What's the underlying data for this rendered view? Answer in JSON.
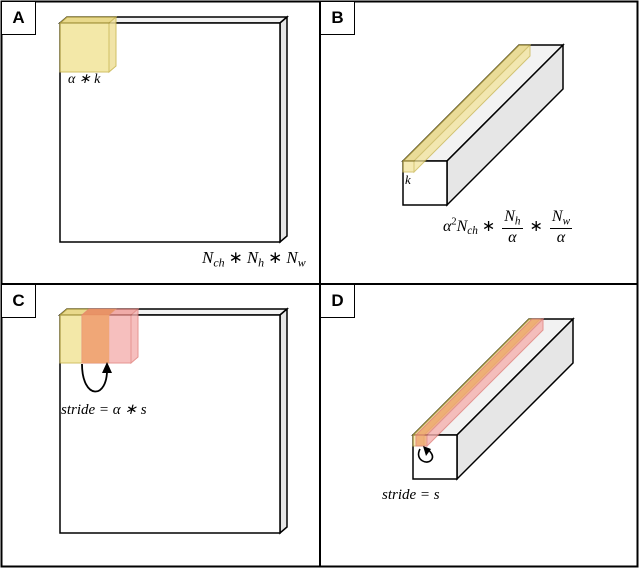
{
  "panels": [
    {
      "id": "A",
      "label": "A",
      "kernel_label": "α ∗ k",
      "tensor_label": {
        "base1": "N",
        "sub1": "ch",
        "op1": "∗",
        "base2": "N",
        "sub2": "h",
        "op2": "∗",
        "base3": "N",
        "sub3": "w"
      }
    },
    {
      "id": "B",
      "label": "B",
      "kernel_label": "k",
      "tensor_label": {
        "prefix": "α",
        "prefix_sup": "2",
        "base1": "N",
        "sub1": "ch",
        "op1": "∗",
        "frac1_num": "N",
        "frac1_num_sub": "h",
        "frac1_den": "α",
        "op2": "∗",
        "frac2_num": "N",
        "frac2_num_sub": "w",
        "frac2_den": "α"
      }
    },
    {
      "id": "C",
      "label": "C",
      "stride_label": "stride = α ∗ s"
    },
    {
      "id": "D",
      "label": "D",
      "stride_label": "stride = s"
    }
  ],
  "colors": {
    "kernel_yellow": "#f2e49a",
    "kernel_yellow_stroke": "#c8b44a",
    "kernel_orange": "#f0a46e",
    "kernel_pink": "#f5b0ae",
    "box_side": "#e6e6e6",
    "box_top": "#f2f2f2",
    "stroke": "#000000"
  }
}
